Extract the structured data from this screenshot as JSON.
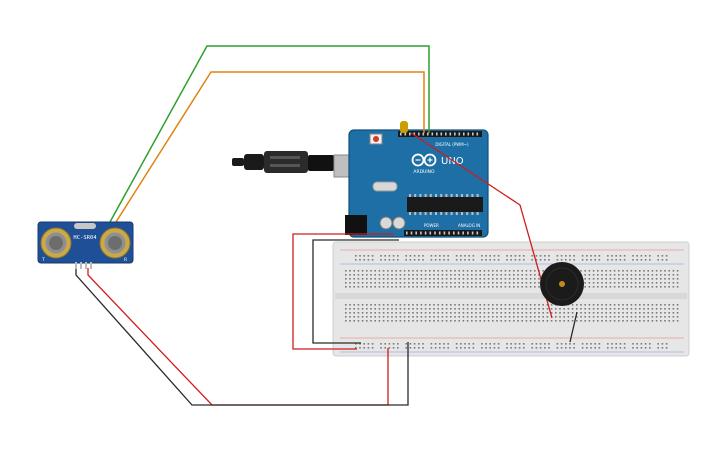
{
  "sensor": {
    "label": "HC-SR04",
    "left_mark": "T",
    "right_mark": "R"
  },
  "arduino": {
    "model": "UNO",
    "brand": "ARDUINO",
    "digital_header": "DIGITAL (PWM~)",
    "power_header": "POWER",
    "analog_header": "ANALOG IN"
  },
  "buzzer": {
    "type": "piezo"
  },
  "colors": {
    "board_blue": "#1d6fa5",
    "board_edge": "#0f4f7c",
    "breadboard": "#e6e6e6",
    "breadboard_edge": "#cfcfcf",
    "wire_red": "#d01c1c",
    "wire_black": "#2a2a2a",
    "wire_green": "#2fa02f",
    "wire_orange": "#e08410",
    "sensor_blue": "#1f4f96",
    "sensor_eye": "#c9a94a",
    "buzzer_body": "#1b1b1b"
  }
}
